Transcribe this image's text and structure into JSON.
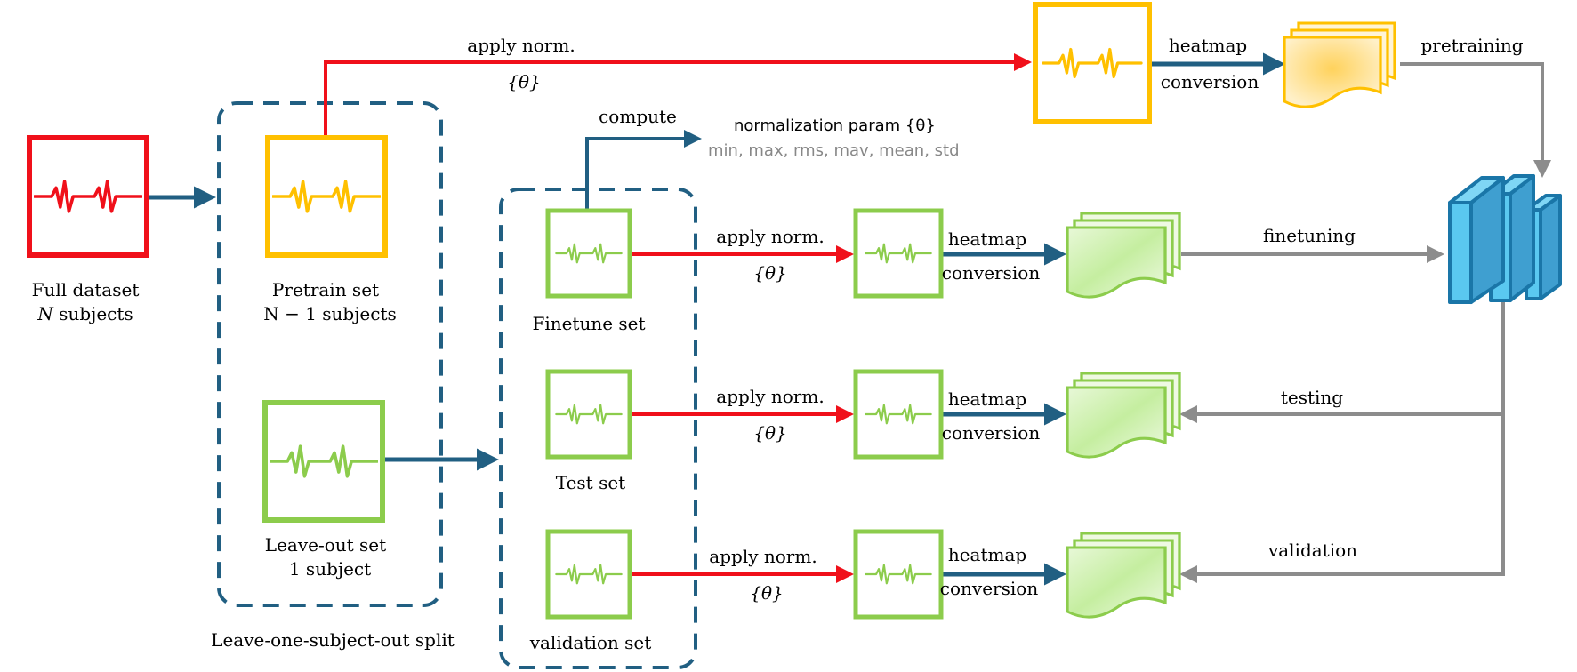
{
  "colors": {
    "red": "#f0101a",
    "yellow": "#ffc000",
    "green": "#8ccc4c",
    "navy": "#215f82",
    "gray": "#8c8c8c",
    "model_light": "#5ac8f0",
    "model_dark": "#1a76a8",
    "doc_green_fill": "#b9e88e",
    "doc_yellow_fill": "#ffd25c"
  },
  "full_dataset": {
    "line1": "Full dataset",
    "line2_var": "N",
    "line2_rest": " subjects"
  },
  "pretrain_set": {
    "line1": "Pretrain set",
    "line2": "N − 1 subjects"
  },
  "leave_out_set": {
    "line1": "Leave-out set",
    "line2": "1 subject"
  },
  "split_caption": "Leave-one-subject-out split",
  "finetune_set": "Finetune set",
  "test_set": "Test set",
  "validation_set": "validation set",
  "compute_label": "compute",
  "norm_param_title": "normalization param {θ}",
  "norm_param_list": "min, max, rms, mav, mean, std",
  "apply_norm": "apply norm.",
  "theta": "{θ}",
  "heatmap": "heatmap",
  "conversion": "conversion",
  "pretraining": "pretraining",
  "finetuning": "finetuning",
  "testing": "testing",
  "validation": "validation"
}
